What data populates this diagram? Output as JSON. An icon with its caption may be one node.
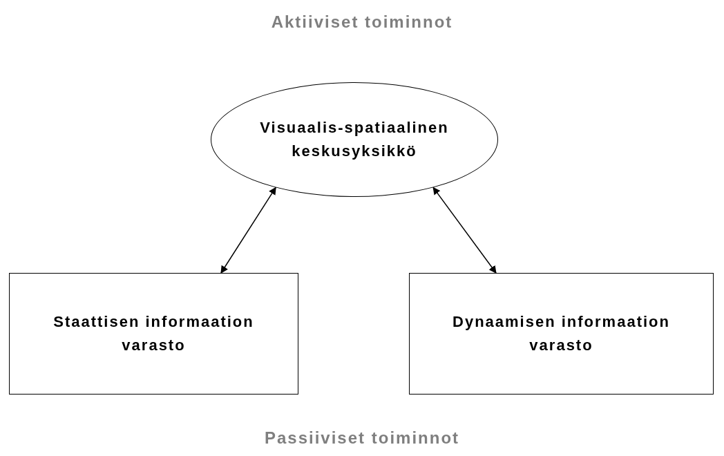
{
  "diagram": {
    "nodes": [
      {
        "text": [
          "Visuaalis-spatiaalinen keskusyksikkö"
        ]
      },
      {
        "text": [
          "Staattisen informaation varasto"
        ]
      },
      {
        "text": [
          "Dynaamisen informaation varasto"
        ]
      }
    ],
    "edges": [
      {
        "from": 0,
        "to": 1,
        "arrow": "both"
      },
      {
        "from": 0,
        "to": 2,
        "arrow": "both"
      }
    ],
    "labels": [
      "Aktiiviset toiminnot",
      "Passiiviset toiminnot"
    ]
  }
}
